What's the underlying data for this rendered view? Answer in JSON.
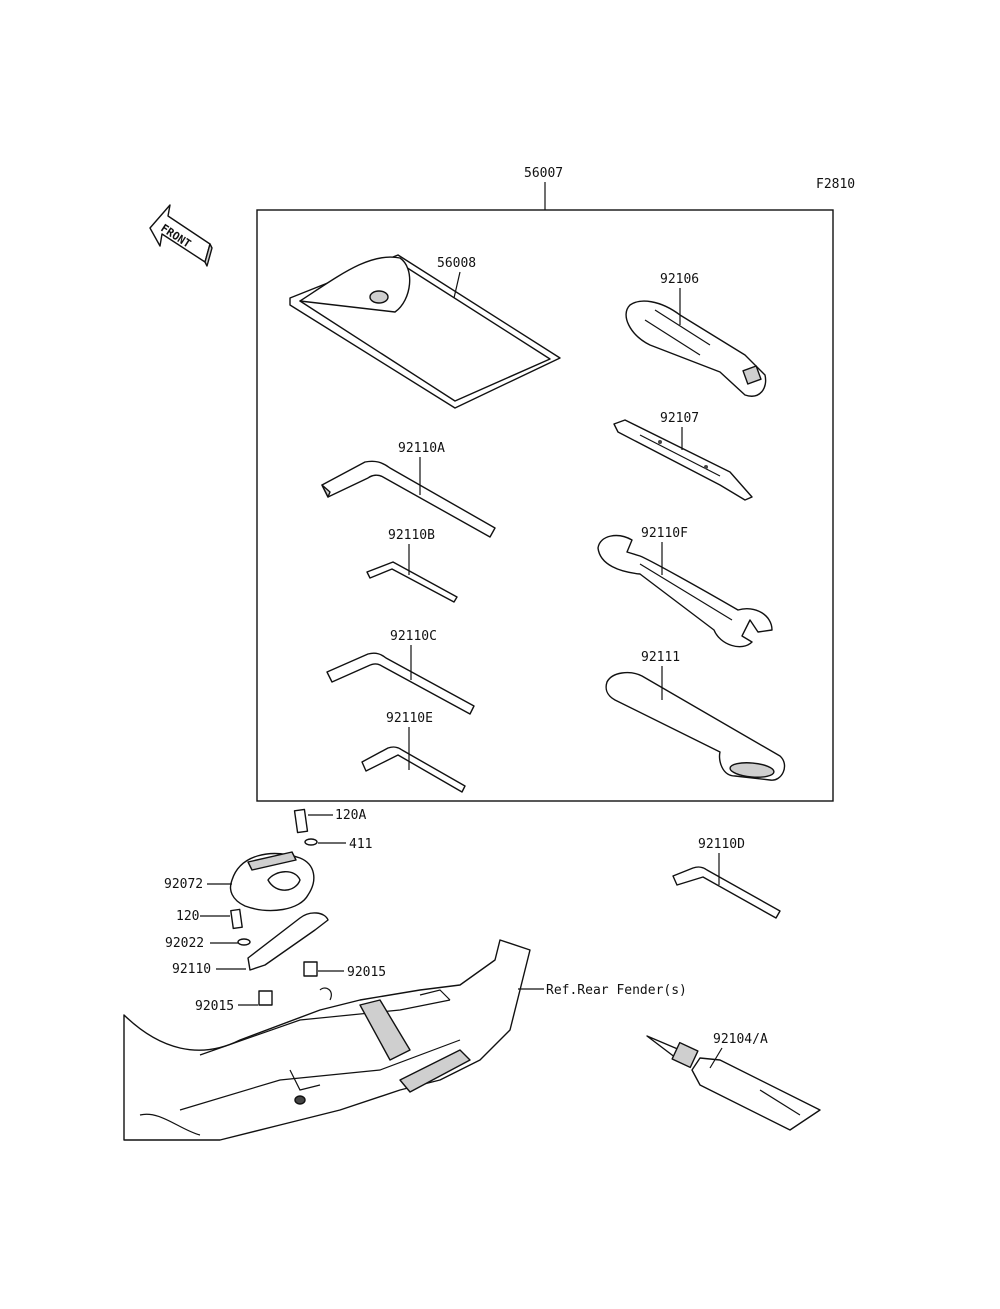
{
  "diagram": {
    "figure_code": "F2810",
    "front_arrow_text": "FRONT",
    "callouts": {
      "kit": "56007",
      "pouch": "56008",
      "screwdriver_handle": "92106",
      "screwdriver_bit": "92107",
      "hex_wrench_a": "92110A",
      "hex_wrench_b": "92110B",
      "hex_wrench_c": "92110C",
      "hex_wrench_e": "92110E",
      "open_end_wrench": "92110F",
      "extension_bar": "92111",
      "hex_wrench_d": "92110D",
      "grease_tube": "92104/A",
      "bolt_120a": "120A",
      "washer_411": "411",
      "holder": "92072",
      "bolt_120": "120",
      "washer_92022": "92022",
      "bracket_92110": "92110",
      "collar_right": "92015",
      "collar_left": "92015",
      "ref_rear_fender": "Ref.Rear Fender(s)"
    }
  }
}
